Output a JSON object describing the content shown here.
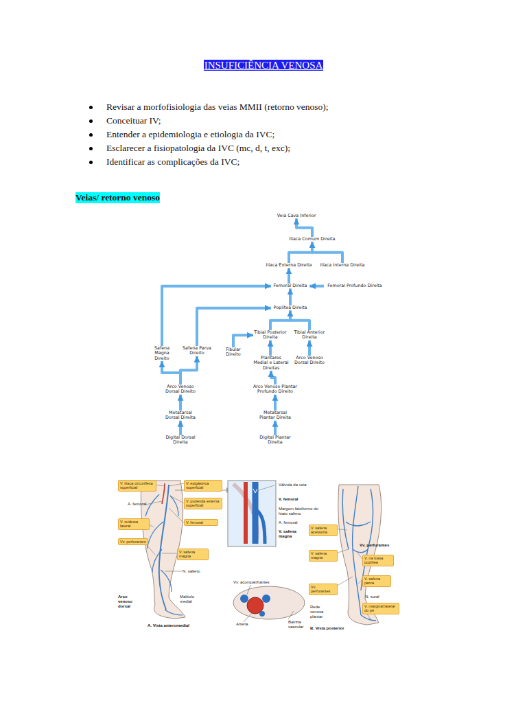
{
  "diagram": {
    "title": "INSUFICIÊNCIA VENOSA",
    "nodes": [
      {
        "text": [
          "Veia Cava Inferior"
        ]
      },
      {
        "text": [
          "Ilíaca Comum Direita"
        ]
      },
      {
        "text": [
          "Ilíaca Externa Direita"
        ]
      },
      {
        "text": [
          "Ilíaca Interna Direita"
        ]
      },
      {
        "text": [
          "Femoral Direita"
        ]
      },
      {
        "text": [
          "Femoral Profundo Direita"
        ]
      },
      {
        "text": [
          "Poplítea Direita"
        ]
      },
      {
        "text": [
          "Safena Magna Direito"
        ]
      },
      {
        "text": [
          "Safena Parva Direito"
        ]
      },
      {
        "text": [
          "Fibular Direito"
        ]
      },
      {
        "text": [
          "Tibial Posterior Direita"
        ]
      },
      {
        "text": [
          "Tibial Anterior Direita"
        ]
      },
      {
        "text": [
          "Plantares Medial e Lateral Direitas"
        ]
      },
      {
        "text": [
          "Arco Venoso Dorsal Direito"
        ]
      },
      {
        "text": [
          "Arco Venoso Dorsal Direito"
        ]
      },
      {
        "text": [
          "Arco Venoso Plantar Profundo Direito"
        ]
      },
      {
        "text": [
          "Metatarsal Dorsal Direita"
        ]
      },
      {
        "text": [
          "Metatarsal Plantar Direita"
        ]
      },
      {
        "text": [
          "Digital Dorsal Direita"
        ]
      },
      {
        "text": [
          "Digital Plantar Direita"
        ]
      }
    ],
    "edges": [
      {
        "from": 18,
        "to": 16,
        "arrow": "to"
      },
      {
        "from": 16,
        "to": 14,
        "arrow": "to"
      },
      {
        "from": 14,
        "to": 7,
        "arrow": "to"
      },
      {
        "from": 14,
        "to": 8,
        "arrow": "to"
      },
      {
        "from": 7,
        "to": 4,
        "arrow": "to"
      },
      {
        "from": 8,
        "to": 6,
        "arrow": "to"
      },
      {
        "from": 19,
        "to": 17,
        "arrow": "to"
      },
      {
        "from": 17,
        "to": 15,
        "arrow": "to"
      },
      {
        "from": 15,
        "to": 12,
        "arrow": "to"
      },
      {
        "from": 12,
        "to": 10,
        "arrow": "to"
      },
      {
        "from": 9,
        "to": 10,
        "arrow": "to"
      },
      {
        "from": 13,
        "to": 11,
        "arrow": "to"
      },
      {
        "from": 10,
        "to": 6,
        "arrow": "to"
      },
      {
        "from": 11,
        "to": 6,
        "arrow": "to"
      },
      {
        "from": 6,
        "to": 4,
        "arrow": "to"
      },
      {
        "from": 5,
        "to": 4,
        "arrow": "to"
      },
      {
        "from": 4,
        "to": 2,
        "arrow": "to"
      },
      {
        "from": 2,
        "to": 1,
        "arrow": "to"
      },
      {
        "from": 3,
        "to": 1,
        "arrow": "to"
      },
      {
        "from": 1,
        "to": 0,
        "arrow": "to"
      }
    ],
    "labels": [
      "Revisar a morfofisiologia das veias MMII (retorno venoso);",
      "Conceituar IV;",
      "Entender a epidemiologia e etiologia da IVC;",
      "Esclarecer a fisiopatologia da IVC (mc, d, t, exc);",
      "Identificar as complicações da IVC;",
      "Veias/ retorno venoso",
      "V. ilíaca circunflexa superficial",
      "V. epigástrica superficial",
      "A. femoral",
      "V. pudenda externa superficial",
      "V. cutânea lateral",
      "V. femoral",
      "Vv. perfurantes",
      "V. safena magna",
      "N. safeno",
      "Arco venoso dorsal",
      "Maléolo medial",
      "A. Vista anteromedial",
      "Válvula da veia",
      "V. femoral",
      "Margem falciforme do hiato safeno",
      "A. femoral",
      "V. safena magna",
      "Vv. acompanhantes",
      "Artéria",
      "Bainha vascular",
      "V. safena acessória",
      "Vv. perfurantes",
      "V. safena magna",
      "V. na fossa poplítea",
      "V. safena parva",
      "Vv. perfurantes",
      "N. sural",
      "Rede venosa plantar",
      "V. marginal lateral do pé",
      "B. Vista posterior"
    ]
  }
}
